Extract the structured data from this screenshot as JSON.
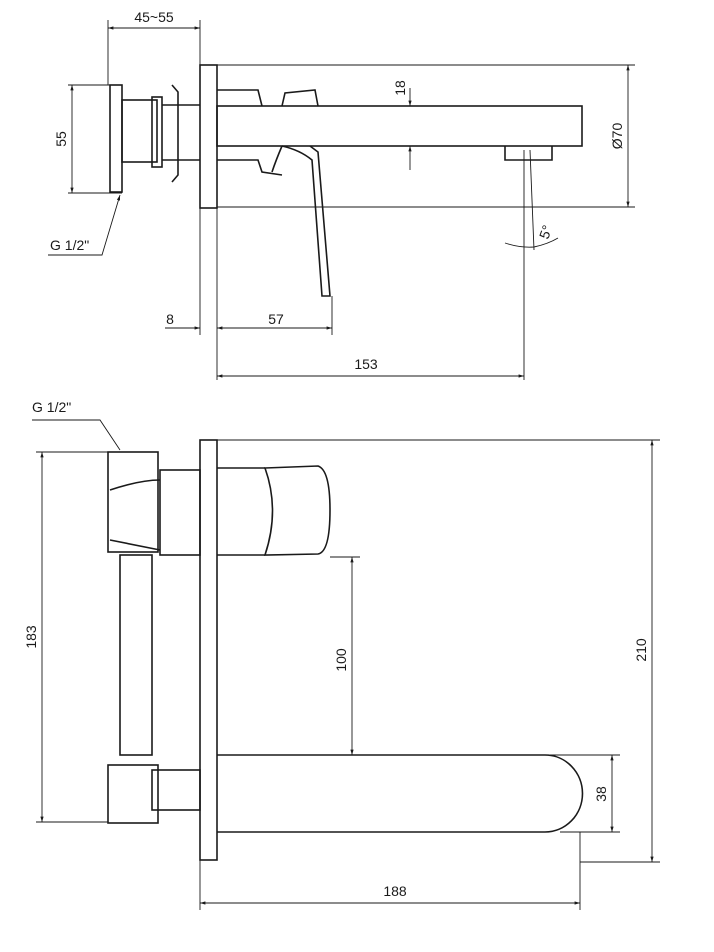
{
  "side_view": {
    "dims": {
      "depth": "45~55",
      "height_55": "55",
      "thread": "G 1/2\"",
      "spout_18": "18",
      "diameter": "Ø70",
      "angle": "5°",
      "plate": "8",
      "lever": "57",
      "reach": "153"
    }
  },
  "front_view": {
    "dims": {
      "thread": "G 1/2\"",
      "body_183": "183",
      "clearance_100": "100",
      "plate_210": "210",
      "spout_38": "38",
      "length_188": "188"
    }
  }
}
